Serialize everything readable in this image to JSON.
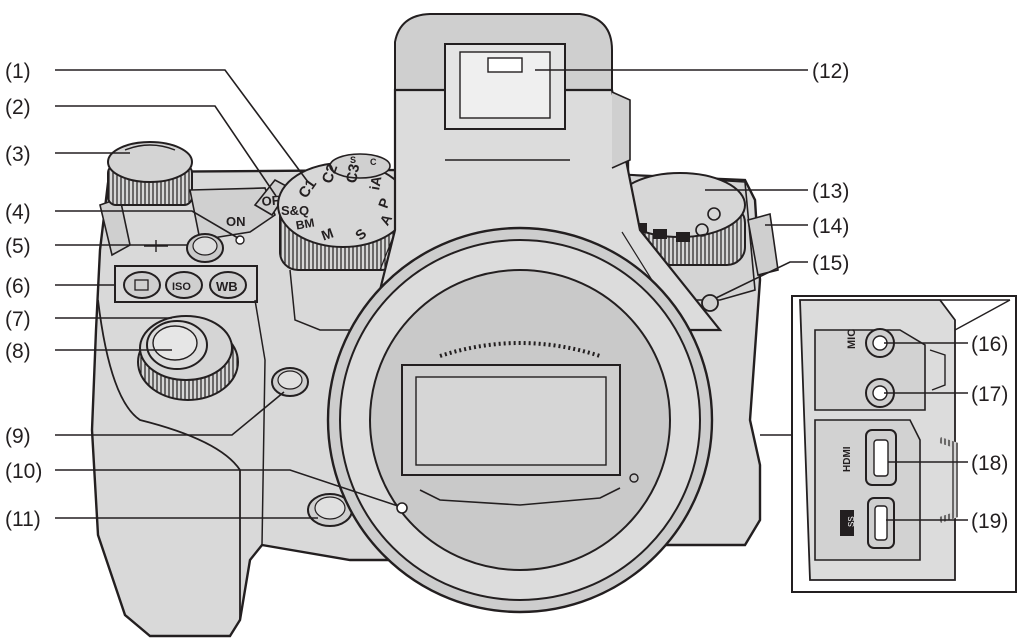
{
  "callouts": [
    {
      "id": "1",
      "label": "(1)"
    },
    {
      "id": "2",
      "label": "(2)"
    },
    {
      "id": "3",
      "label": "(3)"
    },
    {
      "id": "4",
      "label": "(4)"
    },
    {
      "id": "5",
      "label": "(5)"
    },
    {
      "id": "6",
      "label": "(6)"
    },
    {
      "id": "7",
      "label": "(7)"
    },
    {
      "id": "8",
      "label": "(8)"
    },
    {
      "id": "9",
      "label": "(9)"
    },
    {
      "id": "10",
      "label": "(10)"
    },
    {
      "id": "11",
      "label": "(11)"
    },
    {
      "id": "12",
      "label": "(12)"
    },
    {
      "id": "13",
      "label": "(13)"
    },
    {
      "id": "14",
      "label": "(14)"
    },
    {
      "id": "15",
      "label": "(15)"
    },
    {
      "id": "16",
      "label": "(16)"
    },
    {
      "id": "17",
      "label": "(17)"
    },
    {
      "id": "18",
      "label": "(18)"
    },
    {
      "id": "19",
      "label": "(19)"
    }
  ],
  "mode_dial": {
    "c1": "C1",
    "c2": "C2",
    "c3": "C3",
    "ia": "iA",
    "p": "P",
    "a": "A",
    "s": "S",
    "m": "M",
    "bm": "BM",
    "sq": "S&Q",
    "top_s": "S",
    "top_c": "C"
  },
  "power_switch": {
    "off": "OFF",
    "on": "ON"
  },
  "buttons": {
    "wb": "WB",
    "iso": "ISO"
  },
  "ports": {
    "mic": "MIC",
    "hdmi": "HDMI",
    "usb": "SS"
  },
  "colors": {
    "line": "#231f20",
    "body": "#d9d9d9",
    "body_dark": "#bfbfbf",
    "highlight": "#e9e9e9"
  }
}
